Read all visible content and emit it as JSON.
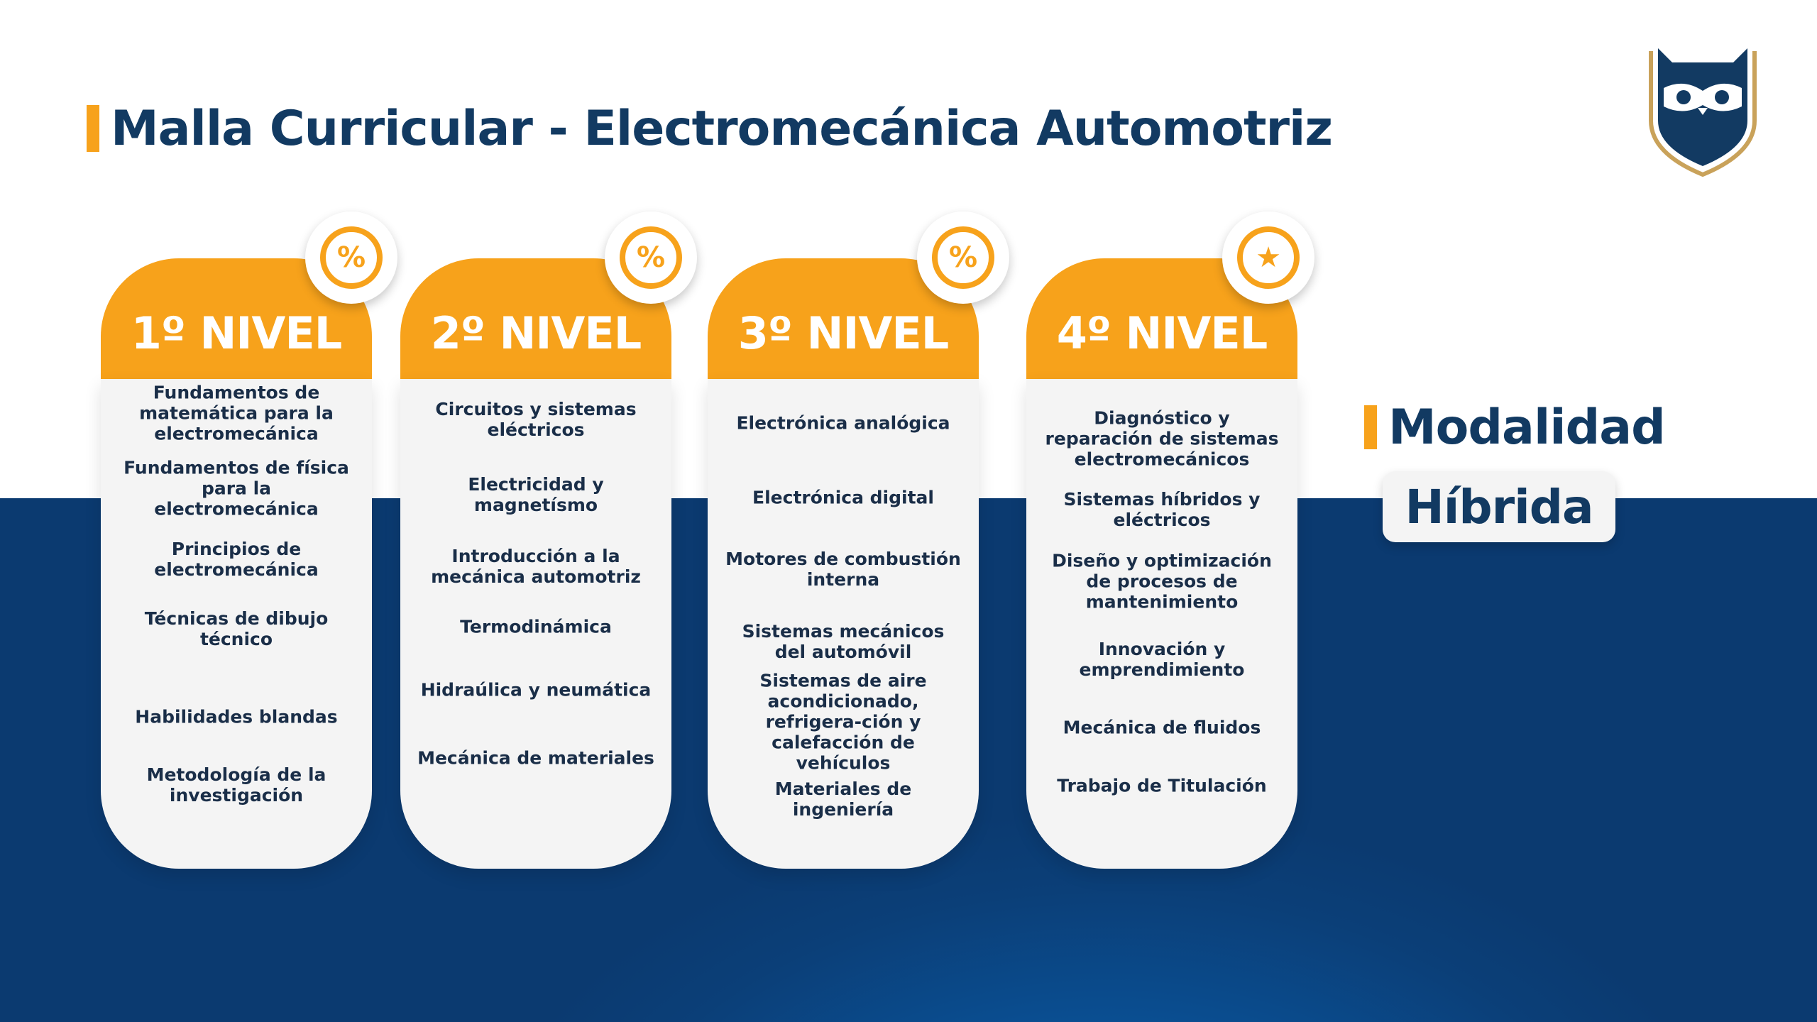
{
  "header": {
    "title": "Malla Curricular - Electromecánica Automotriz",
    "logo_icon": "owl-shield-logo-icon"
  },
  "colors": {
    "accent": "#f7a21b",
    "navy": "#123a62",
    "band_blue": "#0a4f93",
    "card_bg": "#f4f4f4"
  },
  "levels": [
    {
      "label": "1º NIVEL",
      "badge_icon": "percent-icon",
      "badge_glyph": "%",
      "subjects": [
        "Fundamentos de matemática para la electromecánica",
        "Fundamentos de física para la electromecánica",
        "Principios de electromecánica",
        "Técnicas de dibujo técnico",
        "Habilidades blandas",
        "Metodología de la investigación"
      ]
    },
    {
      "label": "2º NIVEL",
      "badge_icon": "percent-icon",
      "badge_glyph": "%",
      "subjects": [
        "Circuitos y sistemas eléctricos",
        "Electricidad y magnetísmo",
        "Introducción a la mecánica automotriz",
        "Termodinámica",
        "Hidraúlica y neumática",
        "Mecánica de materiales"
      ]
    },
    {
      "label": "3º NIVEL",
      "badge_icon": "percent-icon",
      "badge_glyph": "%",
      "subjects": [
        "Electrónica analógica",
        "Electrónica digital",
        "Motores de combustión interna",
        "Sistemas mecánicos del automóvil",
        "Sistemas de aire acondicionado, refrigera-ción y calefacción de vehículos",
        "Materiales de ingeniería"
      ]
    },
    {
      "label": "4º NIVEL",
      "badge_icon": "star-icon",
      "badge_glyph": "★",
      "subjects": [
        "Diagnóstico y reparación de sistemas electromecánicos",
        "Sistemas híbridos y eléctricos",
        "Diseño y optimización de procesos de mantenimiento",
        "Innovación y emprendimiento",
        "Mecánica de fluidos",
        "Trabajo de Titulación"
      ]
    }
  ],
  "modality": {
    "label": "Modalidad",
    "value": "Híbrida"
  }
}
